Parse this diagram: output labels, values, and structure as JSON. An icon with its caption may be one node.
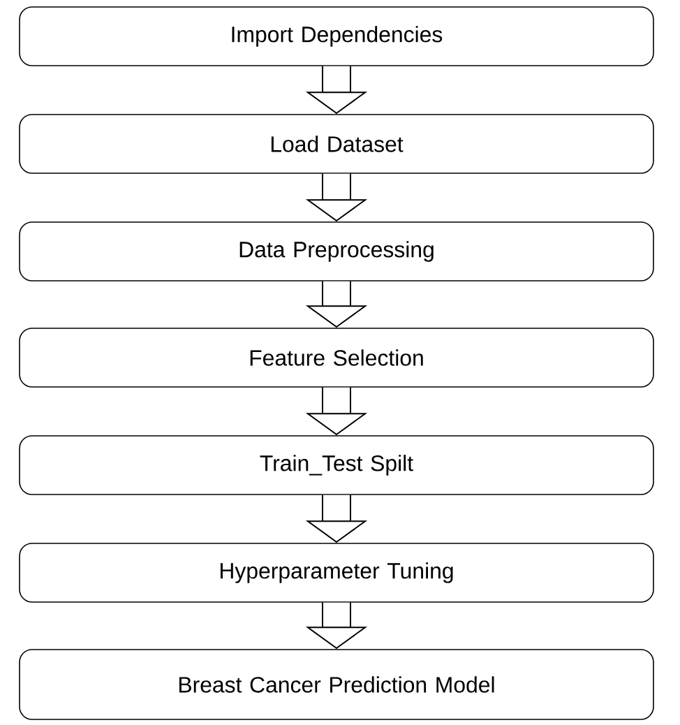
{
  "diagram": {
    "nodes": [
      {
        "text": [
          "Import Dependencies"
        ]
      },
      {
        "text": [
          "Load Dataset"
        ]
      },
      {
        "text": [
          "Data Preprocessing"
        ]
      },
      {
        "text": [
          "Feature Selection"
        ]
      },
      {
        "text": [
          "Train_Test Spilt"
        ]
      },
      {
        "text": [
          "Hyperparameter Tuning"
        ]
      },
      {
        "text": [
          "Breast Cancer Prediction Model"
        ]
      }
    ],
    "edges": [
      {
        "from": 0,
        "to": 1,
        "arrow": "to"
      },
      {
        "from": 1,
        "to": 2,
        "arrow": "to"
      },
      {
        "from": 2,
        "to": 3,
        "arrow": "to"
      },
      {
        "from": 3,
        "to": 4,
        "arrow": "to"
      },
      {
        "from": 4,
        "to": 5,
        "arrow": "to"
      },
      {
        "from": 5,
        "to": 6,
        "arrow": "to"
      }
    ]
  }
}
